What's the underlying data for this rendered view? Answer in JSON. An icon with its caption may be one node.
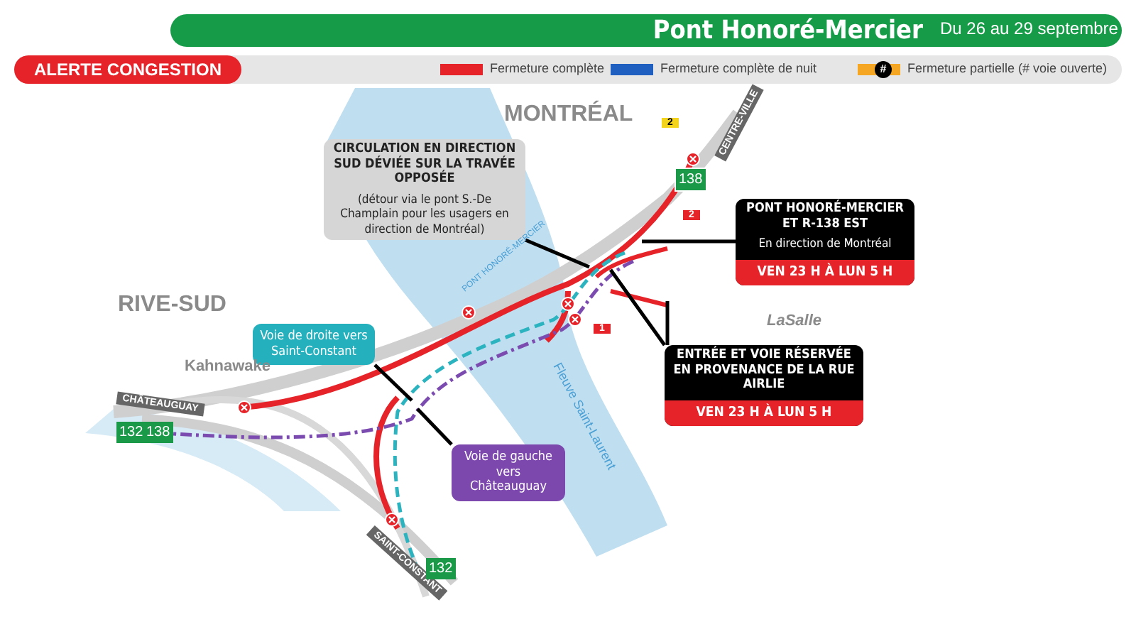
{
  "diagram": {
    "title": "Pont Honoré-Mercier",
    "nodes": [
      {
        "text": [
          "CIRCULATION EN DIRECTION SUD DÉVIÉE SUR LA TRAVÉE OPPOSÉE",
          "(détour via le pont S.-De Champlain pour les usagers en direction de Montréal)"
        ]
      },
      {
        "text": [
          "PONT HONORÉ-MERCIER ET R-138 EST",
          "En direction de Montréal",
          "VEN 23 H À LUN 5 H"
        ]
      },
      {
        "text": [
          "ENTRÉE ET VOIE RÉSERVÉE EN PROVENANCE DE LA RUE AIRLIE",
          "VEN 23 H À LUN 5 H"
        ]
      },
      {
        "text": [
          "Voie de droite vers Saint-Constant"
        ]
      },
      {
        "text": [
          "Voie de gauche vers Châteauguay"
        ]
      }
    ],
    "edges": [
      {
        "from": 0,
        "to": null,
        "arrow": "none"
      },
      {
        "from": 1,
        "to": null,
        "arrow": "none"
      },
      {
        "from": 2,
        "to": null,
        "arrow": "none"
      },
      {
        "from": 2,
        "to": null,
        "arrow": "none"
      },
      {
        "from": 3,
        "to": null,
        "arrow": "none"
      },
      {
        "from": 4,
        "to": null,
        "arrow": "none"
      }
    ],
    "labels": [
      "Du 26 au 29 septembre",
      "ALERTE CONGESTION",
      "#",
      "MONTRÉAL",
      "2",
      "CENTRE-VILLE",
      "138",
      "2",
      "RIVE-SUD",
      "PONT HONORÉ-MERCIER",
      "LaSalle",
      "1",
      "Kahnawake",
      "CHÂTEAUGUAY",
      "132",
      "138",
      "Fleuve Saint-Laurent",
      "SAINT-CONSTANT",
      "132"
    ],
    "legend": [
      {
        "text": "Fermeture complète",
        "color": "#e52329"
      },
      {
        "text": "Fermeture complète de nuit",
        "color": "#1f5fbf"
      },
      {
        "text": "Fermeture partielle (# voie ouverte)",
        "color": "#f5a623"
      }
    ]
  }
}
